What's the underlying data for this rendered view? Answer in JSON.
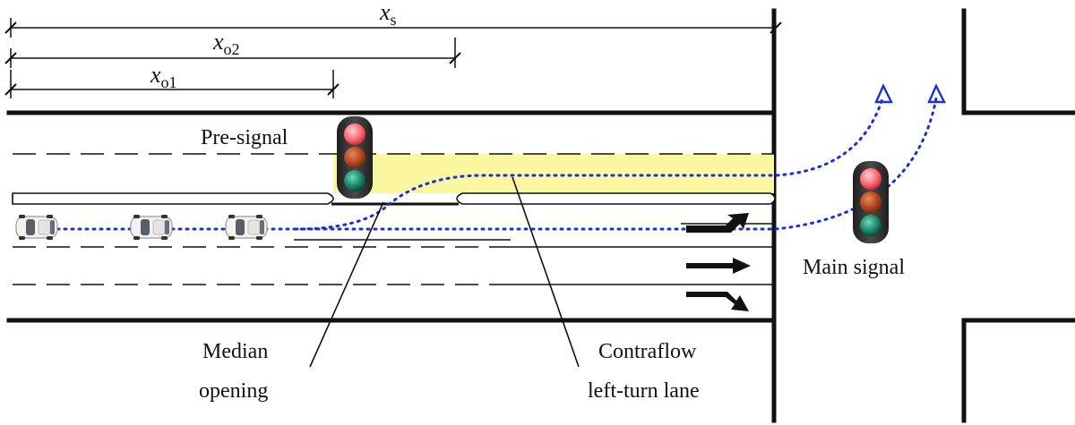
{
  "dimensions": {
    "xs": {
      "main": "x",
      "sub": "s"
    },
    "xo2": {
      "main": "x",
      "sub": "o2"
    },
    "xo1": {
      "main": "x",
      "sub": "o1"
    }
  },
  "labels": {
    "pre_signal": "Pre-signal",
    "main_signal": "Main signal",
    "median_opening_line1": "Median",
    "median_opening_line2": "opening",
    "contraflow_line1": "Contraflow",
    "contraflow_line2": "left-turn lane"
  },
  "colors": {
    "contraflow_lane": "#fbf6a0",
    "path": "#1a2fd6",
    "road_line": "#111111",
    "signal_housing": "#333333",
    "signal_red": "#ff6f7a",
    "signal_amber": "#c0461f",
    "signal_green": "#1f8a6e"
  },
  "icons": {
    "vehicle": "car-icon",
    "traffic_light": "traffic-light-icon",
    "arrow_left_turn": "left-turn-arrow-icon",
    "arrow_through": "through-arrow-icon",
    "arrow_right_turn": "right-turn-arrow-icon"
  }
}
